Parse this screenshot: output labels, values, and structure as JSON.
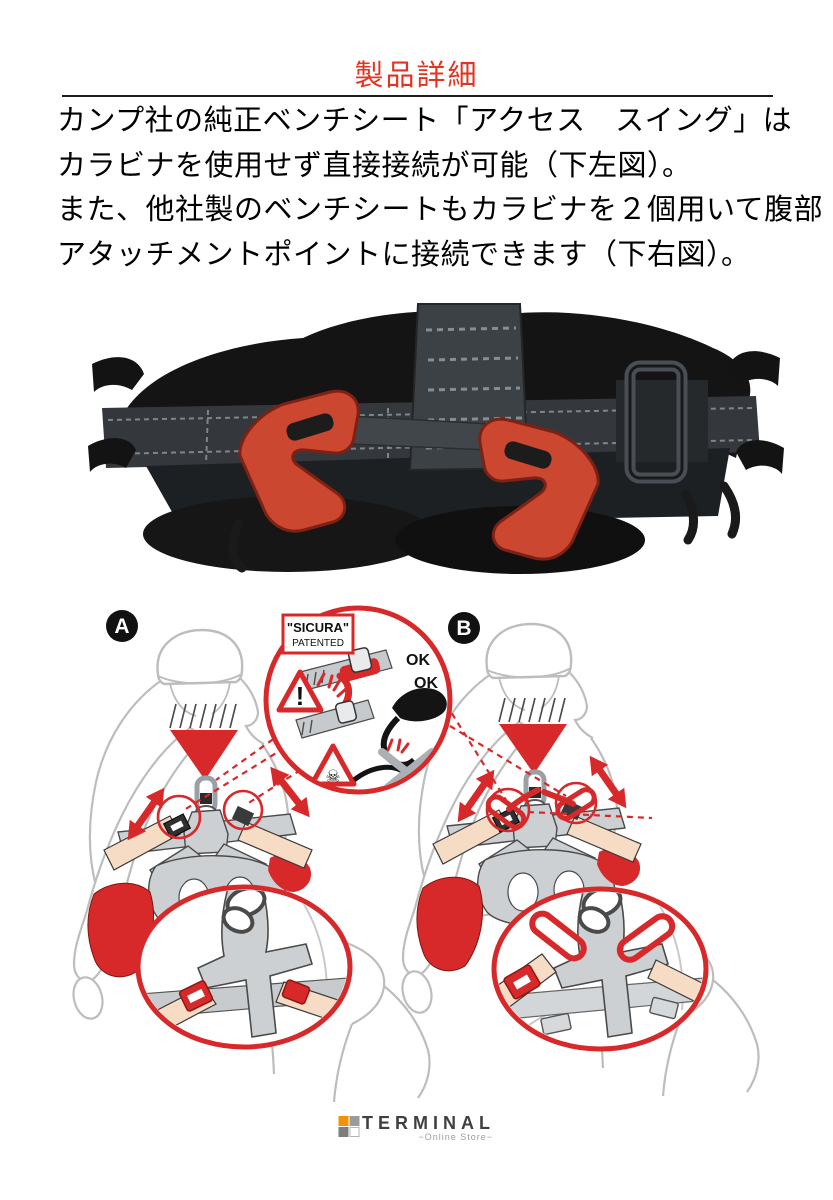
{
  "header": {
    "title": "製品詳細"
  },
  "description": {
    "lines": [
      "カンプ社の純正ベンチシート「アクセス　スイング」は",
      "カラビナを使用せず直接接続が可能（下左図）。",
      "また、他社製のベンチシートもカラビナを２個用いて腹部",
      "アタッチメントポイントに接続できます（下右図）。"
    ]
  },
  "diagram": {
    "figure_a_label": "A",
    "figure_b_label": "B",
    "sicura_line1": "\"SICURA\"",
    "sicura_line2": "PATENTED",
    "ok_top": "OK",
    "ok_middle": "OK",
    "icons": {
      "warning": "!",
      "skull": "☠"
    }
  },
  "footer": {
    "brand": "TERMINAL",
    "subtitle": "−Online Store−"
  },
  "colors": {
    "title_red": "#e23420",
    "diagram_red": "#d7282a",
    "buckle_red": "#cb4730",
    "harness_gray": "#cdd0d2",
    "strap_beige": "#f6dcc4",
    "logo_orange": "#f0920a",
    "logo_gray": "#9b9b9b",
    "text_black": "#000000"
  }
}
